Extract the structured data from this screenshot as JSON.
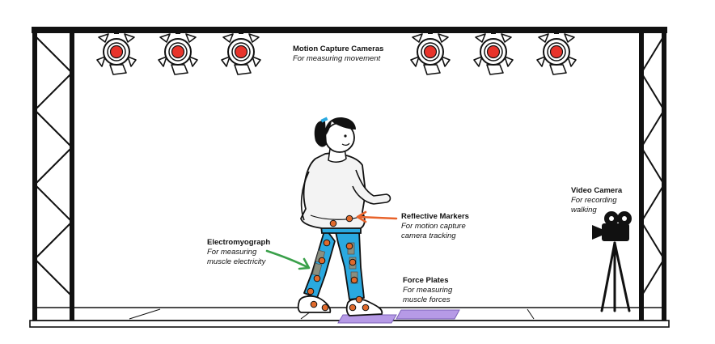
{
  "labels": {
    "cameras": {
      "title": "Motion Capture Cameras",
      "subtitle": "For measuring movement"
    },
    "video": {
      "title": "Video Camera",
      "subtitle_line1": "For recording",
      "subtitle_line2": "walking"
    },
    "markers": {
      "title": "Reflective Markers",
      "subtitle_line1": "For motion capture",
      "subtitle_line2": "camera tracking"
    },
    "emg": {
      "title": "Electromyograph",
      "subtitle_line1": "For measuring",
      "subtitle_line2": "muscle electricity"
    },
    "plates": {
      "title": "Force Plates",
      "subtitle_line1": "For measuring",
      "subtitle_line2": "muscle forces"
    }
  },
  "colors": {
    "outline": "#111111",
    "camera_lens": "#e8342b",
    "marker": "#e06a2c",
    "marker_arrow": "#e8632b",
    "emg_arrow": "#3aa04a",
    "pants": "#2aa9e0",
    "force_plate": "#b69ae6",
    "emg_pad": "#8a8f80",
    "hair_band": "#2aa9e0"
  },
  "icons": [
    "spotlight-camera-icon",
    "video-camera-icon",
    "tripod-icon"
  ]
}
